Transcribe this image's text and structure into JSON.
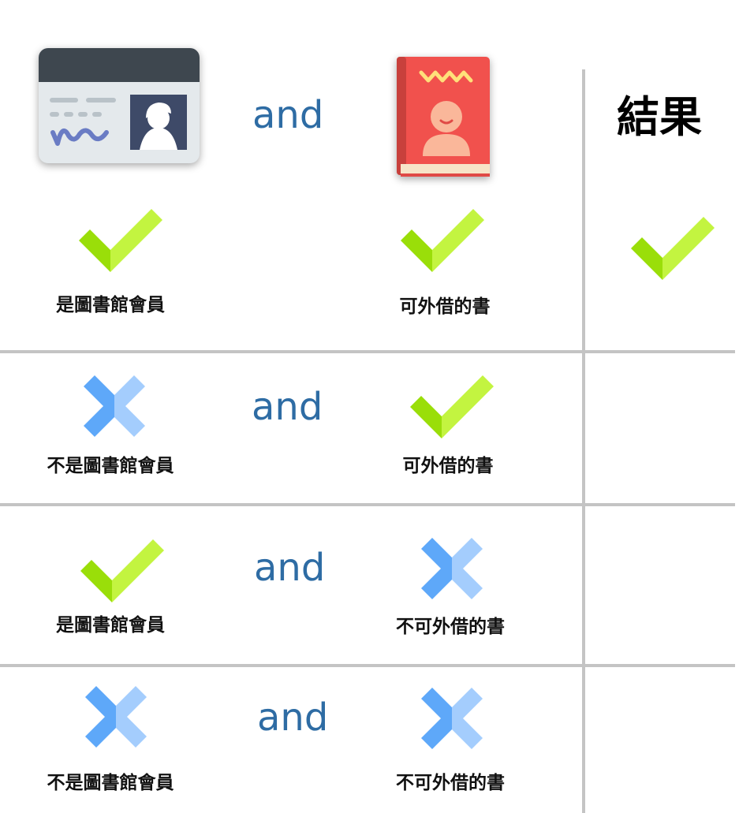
{
  "header": {
    "connector": "and",
    "result_title": "結果",
    "member_icon": "member-card-icon",
    "book_icon": "book-icon"
  },
  "icons": {
    "yes": "check-icon",
    "no": "cross-icon"
  },
  "colors": {
    "check_dark": "#9ade09",
    "check_light": "#c3f440",
    "cross_dark": "#5ea8f9",
    "cross_light": "#a4cdfd",
    "and_text": "#2e6ca4",
    "divider": "#c4c4c4"
  },
  "rows": [
    {
      "member": true,
      "member_label": "是圖書館會員",
      "connector": "",
      "book": true,
      "book_label": "可外借的書",
      "result": true
    },
    {
      "member": false,
      "member_label": "不是圖書館會員",
      "connector": "and",
      "book": true,
      "book_label": "可外借的書",
      "result": false
    },
    {
      "member": true,
      "member_label": "是圖書館會員",
      "connector": "and",
      "book": false,
      "book_label": "不可外借的書",
      "result": false
    },
    {
      "member": false,
      "member_label": "不是圖書館會員",
      "connector": "and",
      "book": false,
      "book_label": "不可外借的書",
      "result": false
    }
  ]
}
